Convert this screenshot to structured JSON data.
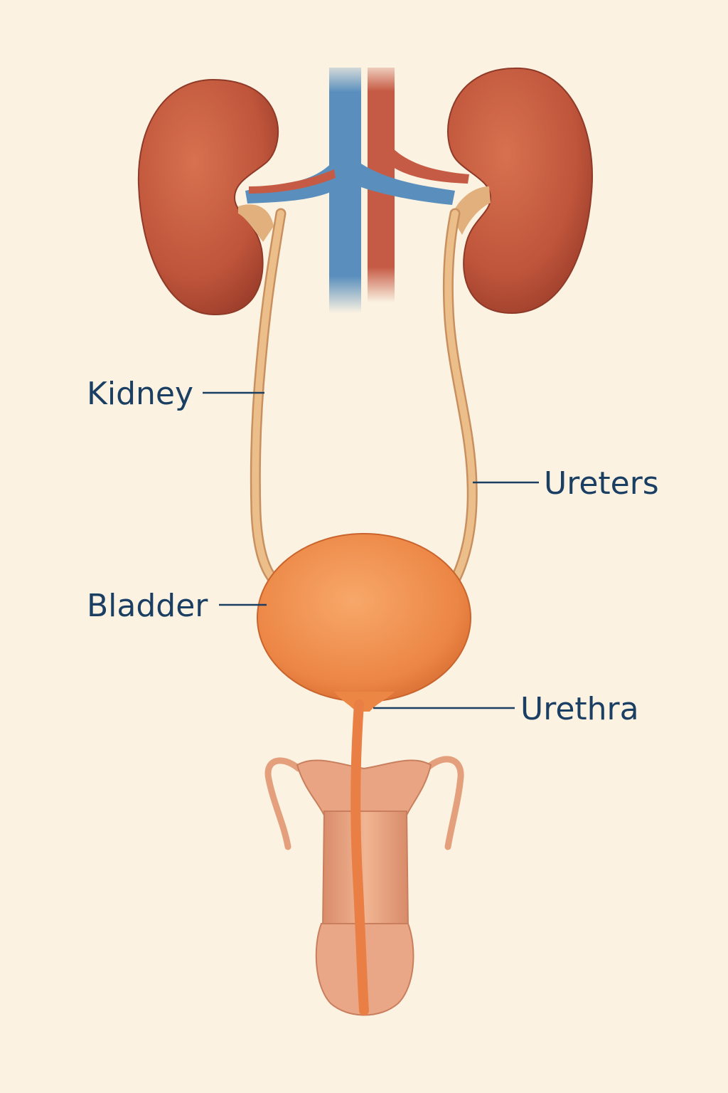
{
  "labels": {
    "kidney": "Kidney",
    "ureters": "Ureters",
    "bladder": "Bladder",
    "urethra": "Urethra"
  },
  "colors": {
    "background": "#fbf2e2",
    "label_text": "#1b3f63",
    "kidney": "#c2583e",
    "vein": "#5a8fbd",
    "artery": "#c65b45",
    "ureter": "#e8b47f",
    "bladder": "#ef8f4e",
    "urethra": "#ee8a50",
    "penis": "#eba684"
  }
}
